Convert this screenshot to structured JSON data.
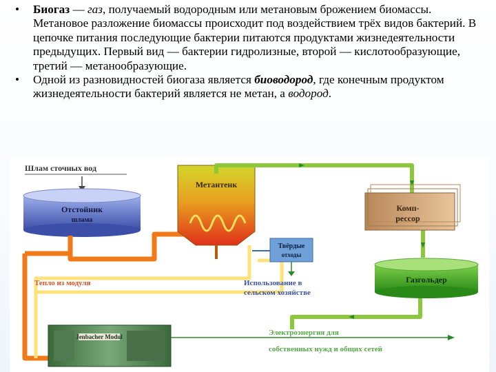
{
  "bullets": [
    {
      "term": "Биогаз",
      "dash": " — ",
      "gas_word": "газ",
      "rest": ", получаемый водородным или метановым брожением биомассы. Метановое разложение биомассы происходит под воздействием трёх видов бактерий. В цепочке питания последующие бактерии питаются продуктами жизнедеятельности предыдущих. Первый вид — бактерии гидролизные, второй — кислотообразующие, третий — метанообразующие."
    },
    {
      "before": "Одной из разновидностей биогаза является ",
      "highlight": "биоводород",
      "middle": ", где конечным продуктом жизнедеятельности бактерий является не метан, а ",
      "italic_end": "водород",
      "end": "."
    }
  ],
  "diagram": {
    "labels": {
      "sludge": "Шлам сточных вод",
      "settler_line1": "Отстойник",
      "settler_line2": "шлама",
      "methane_tank": "Метантенк",
      "solid_waste_line1": "Твёрдые",
      "solid_waste_line2": "отходы",
      "agri_line1": "Использование в",
      "agri_line2": "сельском хозяйстве",
      "compressor_line1": "Комп-",
      "compressor_line2": "рессор",
      "gasholder": "Газгольдер",
      "heat": "Тепло из модуля",
      "module": "Jenbacher Modul",
      "electricity_line1": "Электроэнергия для",
      "electricity_line2": "собственных нужд и общих сетей"
    },
    "colors": {
      "hot_pipe": "#f07a1a",
      "return_pipe": "#ffe27a",
      "gas_pipe": "#8cc83c",
      "settler": "#5b6fc0",
      "methane_top": "#c8d02a",
      "methane_bottom": "#e0301a",
      "compressor": "#d5a878",
      "gasholder": "#3ea51e",
      "solid_waste": "#6fa0d8",
      "heat_text": "#e05020",
      "agri_text": "#3a54a8",
      "electricity_text": "#55a848",
      "arrow": "#2a8a2a"
    }
  }
}
